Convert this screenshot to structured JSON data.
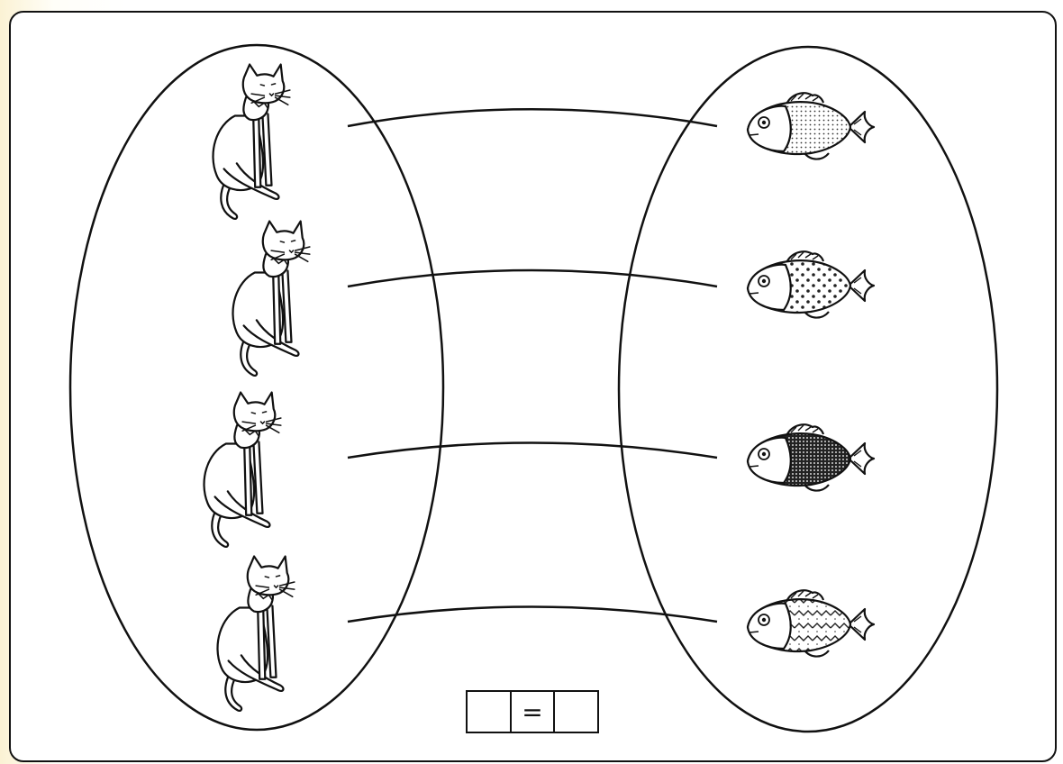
{
  "worksheet": {
    "left_set": {
      "item": "cat",
      "count": 4
    },
    "right_set": {
      "item": "fish",
      "count": 4
    },
    "fish_patterns": [
      "fine-dots",
      "spots",
      "dark-grid",
      "zigzag"
    ],
    "equation": {
      "left_answer": "",
      "operator": "=",
      "right_answer": ""
    }
  }
}
